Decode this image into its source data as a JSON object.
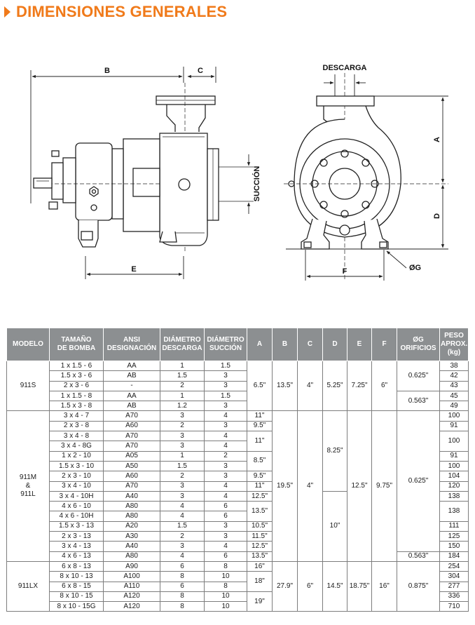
{
  "header": {
    "title": "DIMENSIONES GENERALES"
  },
  "drawing": {
    "labels": {
      "b": "B",
      "c": "C",
      "e": "E",
      "succion": "SUCCIÓN",
      "descarga": "DESCARGA",
      "a": "A",
      "d": "D",
      "f": "F",
      "g": "ØG"
    }
  },
  "table": {
    "headers": {
      "modelo": "MODELO",
      "tamano_l1": "TAMAÑO",
      "tamano_l2": "DE BOMBA",
      "ansi_l1": "ANSI",
      "ansi_l2": "DESIGNACIÓN",
      "desc_l1": "DIÁMETRO",
      "desc_l2": "DESCARGA",
      "succ_l1": "DIÁMETRO",
      "succ_l2": "SUCCIÓN",
      "a": "A",
      "b": "B",
      "c": "C",
      "d": "D",
      "e": "E",
      "f": "F",
      "g_l1": "ØG",
      "g_l2": "ORIFICIOS",
      "peso_l1": "PESO",
      "peso_l2": "APROX.",
      "peso_l3": "(kg)"
    },
    "groups": [
      {
        "model_lines": [
          "911S"
        ],
        "rows": [
          [
            "1 x 1.5 - 6",
            "AA",
            "1",
            "1.5",
            "38"
          ],
          [
            "1.5 x 3 - 6",
            "AB",
            "1.5",
            "3",
            "42"
          ],
          [
            "2 x 3 - 6",
            "-",
            "2",
            "3",
            "43"
          ],
          [
            "1 x 1.5 - 8",
            "AA",
            "1",
            "1.5",
            "45"
          ],
          [
            "1.5 x 3 - 8",
            "AB",
            "1.2",
            "3",
            "49"
          ]
        ],
        "a": [
          {
            "text": "6.5\"",
            "span": 5
          }
        ],
        "b": "13.5\"",
        "c": "4\"",
        "d": [
          {
            "text": "5.25\"",
            "span": 5
          }
        ],
        "e": "7.25\"",
        "f": "6\"",
        "g": [
          {
            "text": "0.625\"",
            "span": 3
          },
          {
            "text": "0.563\"",
            "span": 2
          }
        ]
      },
      {
        "model_lines": [
          "911M",
          "&",
          "911L"
        ],
        "rows": [
          [
            "3 x 4 - 7",
            "A70",
            "3",
            "4",
            "100"
          ],
          [
            "2 x 3 - 8",
            "A60",
            "2",
            "3",
            "91"
          ],
          [
            "3 x 4 - 8",
            "A70",
            "3",
            "4",
            "100"
          ],
          [
            "3 x 4 - 8G",
            "A70",
            "3",
            "4",
            "100"
          ],
          [
            "1 x 2 - 10",
            "A05",
            "1",
            "2",
            "91"
          ],
          [
            "1.5 x 3 - 10",
            "A50",
            "1.5",
            "3",
            "100"
          ],
          [
            "2 x 3 - 10",
            "A60",
            "2",
            "3",
            "104"
          ],
          [
            "3 x 4 - 10",
            "A70",
            "3",
            "4",
            "120"
          ],
          [
            "3 x 4 - 10H",
            "A40",
            "3",
            "4",
            "138"
          ],
          [
            "4 x 6 - 10",
            "A80",
            "4",
            "6",
            "138"
          ],
          [
            "4 x 6 - 10H",
            "A80",
            "4",
            "6",
            "138"
          ],
          [
            "1.5 x 3 - 13",
            "A20",
            "1.5",
            "3",
            "111"
          ],
          [
            "2 x 3 - 13",
            "A30",
            "2",
            "3",
            "125"
          ],
          [
            "3 x 4 - 13",
            "A40",
            "3",
            "4",
            "150"
          ],
          [
            "4 x 6 - 13",
            "A80",
            "4",
            "6",
            "184"
          ]
        ],
        "a": [
          {
            "text": "11\"",
            "span": 1
          },
          {
            "text": "9.5\"",
            "span": 1
          },
          {
            "text": "11\"",
            "span": 2
          },
          {
            "text": "8.5\"",
            "span": 2
          },
          {
            "text": "9.5\"",
            "span": 1
          },
          {
            "text": "11\"",
            "span": 1
          },
          {
            "text": "12.5\"",
            "span": 1
          },
          {
            "text": "13.5\"",
            "span": 2
          },
          {
            "text": "10.5\"",
            "span": 1
          },
          {
            "text": "11.5\"",
            "span": 1
          },
          {
            "text": "12.5\"",
            "span": 1
          },
          {
            "text": "13.5\"",
            "span": 1
          }
        ],
        "b": "19.5\"",
        "c": "4\"",
        "d": [
          {
            "text": "8.25\"",
            "span": 8
          },
          {
            "text": "10\"",
            "span": 7
          }
        ],
        "e": "12.5\"",
        "f": "9.75\"",
        "g": [
          {
            "text": "0.625\"",
            "span": 14
          },
          {
            "text": "0.563\"",
            "span": 1
          }
        ],
        "peso_merge": [
          {
            "text": "100",
            "span": 1
          },
          {
            "text": "91",
            "span": 1
          },
          {
            "text": "100",
            "span": 2
          },
          {
            "text": "91",
            "span": 1
          },
          {
            "text": "100",
            "span": 1
          },
          {
            "text": "104",
            "span": 1
          },
          {
            "text": "120",
            "span": 1
          },
          {
            "text": "138",
            "span": 1
          },
          {
            "text": "138",
            "span": 2
          },
          {
            "text": "111",
            "span": 1
          },
          {
            "text": "125",
            "span": 1
          },
          {
            "text": "150",
            "span": 1
          },
          {
            "text": "184",
            "span": 1
          }
        ]
      },
      {
        "model_lines": [
          "911LX"
        ],
        "rows": [
          [
            "6 x 8 - 13",
            "A90",
            "6",
            "8",
            "254"
          ],
          [
            "8 x 10 - 13",
            "A100",
            "8",
            "10",
            "304"
          ],
          [
            "6 x 8 - 15",
            "A110",
            "6",
            "8",
            "277"
          ],
          [
            "8 x 10 - 15",
            "A120",
            "8",
            "10",
            "336"
          ],
          [
            "8 x 10 - 15G",
            "A120",
            "8",
            "10",
            "710"
          ]
        ],
        "a": [
          {
            "text": "16\"",
            "span": 1
          },
          {
            "text": "18\"",
            "span": 2
          },
          {
            "text": "19\"",
            "span": 2
          }
        ],
        "b": "27.9\"",
        "c": "6\"",
        "d": [
          {
            "text": "14.5\"",
            "span": 5
          }
        ],
        "e": "18.75\"",
        "f": "16\"",
        "g": [
          {
            "text": "0.875\"",
            "span": 5
          }
        ]
      }
    ]
  }
}
